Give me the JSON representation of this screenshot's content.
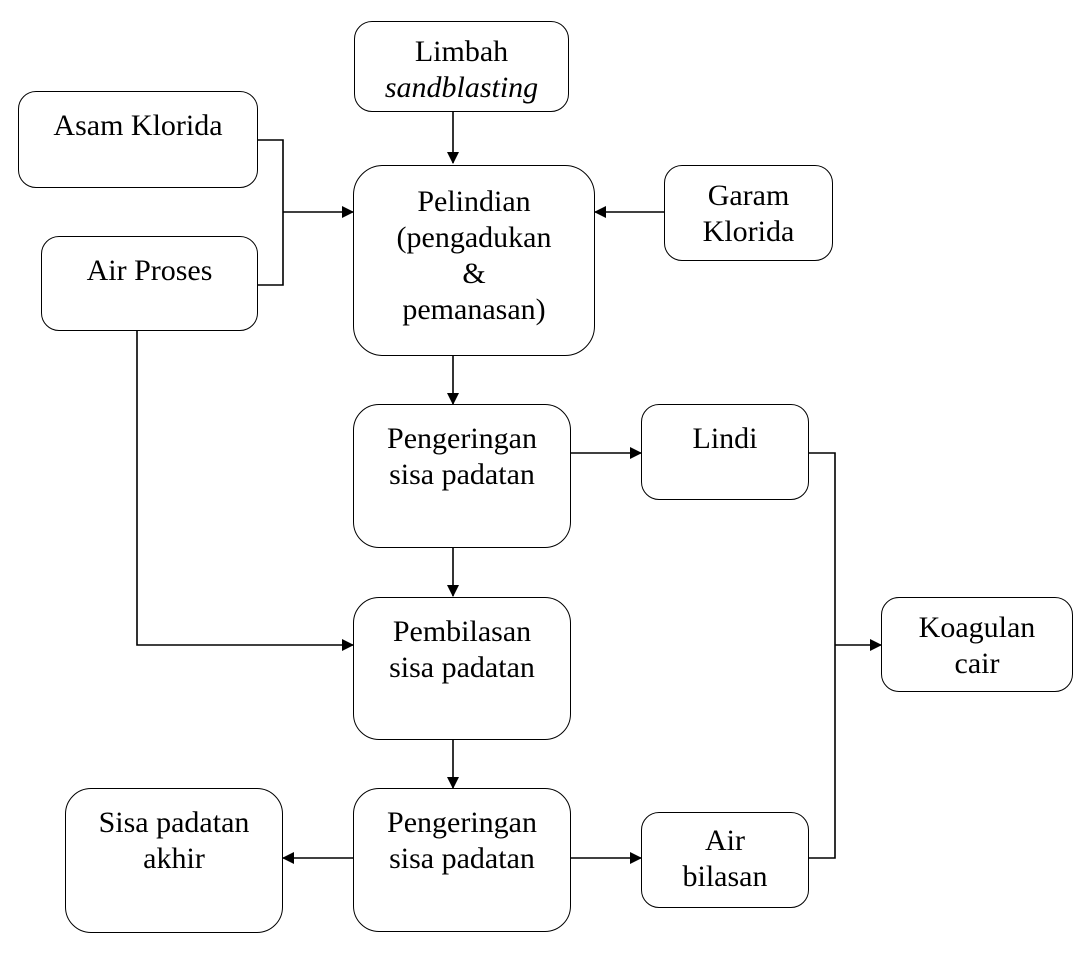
{
  "nodes": {
    "limbah": {
      "line1": "Limbah",
      "line2": "sandblasting"
    },
    "asam_klorida": {
      "line1": "Asam Klorida"
    },
    "air_proses": {
      "line1": "Air Proses"
    },
    "pelindian": {
      "line1": "Pelindian",
      "line2": "(pengadukan",
      "line3": "&",
      "line4": "pemanasan)"
    },
    "garam_klorida": {
      "line1": "Garam",
      "line2": "Klorida"
    },
    "pengeringan_1": {
      "line1": "Pengeringan",
      "line2": "sisa padatan"
    },
    "lindi": {
      "line1": "Lindi"
    },
    "pembilasan": {
      "line1": "Pembilasan",
      "line2": "sisa padatan"
    },
    "koagulan": {
      "line1": "Koagulan",
      "line2": "cair"
    },
    "sisa_akhir": {
      "line1": "Sisa padatan",
      "line2": "akhir"
    },
    "pengeringan_2": {
      "line1": "Pengeringan",
      "line2": "sisa padatan"
    },
    "air_bilasan": {
      "line1": "Air",
      "line2": "bilasan"
    }
  },
  "colors": {
    "stroke": "#000000",
    "background": "#ffffff"
  }
}
